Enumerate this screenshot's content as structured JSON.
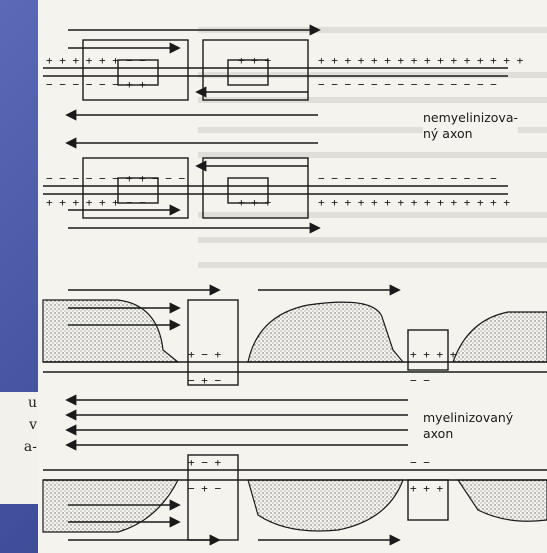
{
  "labels": {
    "unmyelinated_line1": "nemyelinizova-",
    "unmyelinated_line2": "ný axon",
    "myelinated_line1": "myelinizovaný",
    "myelinated_line2": "axon"
  },
  "caption_snippet": {
    "line1": "u",
    "line2": "v",
    "line3": "a-"
  },
  "colors": {
    "background": "#4f5fa8",
    "paper": "#f4f3ee",
    "ink": "#1a1a1a"
  }
}
